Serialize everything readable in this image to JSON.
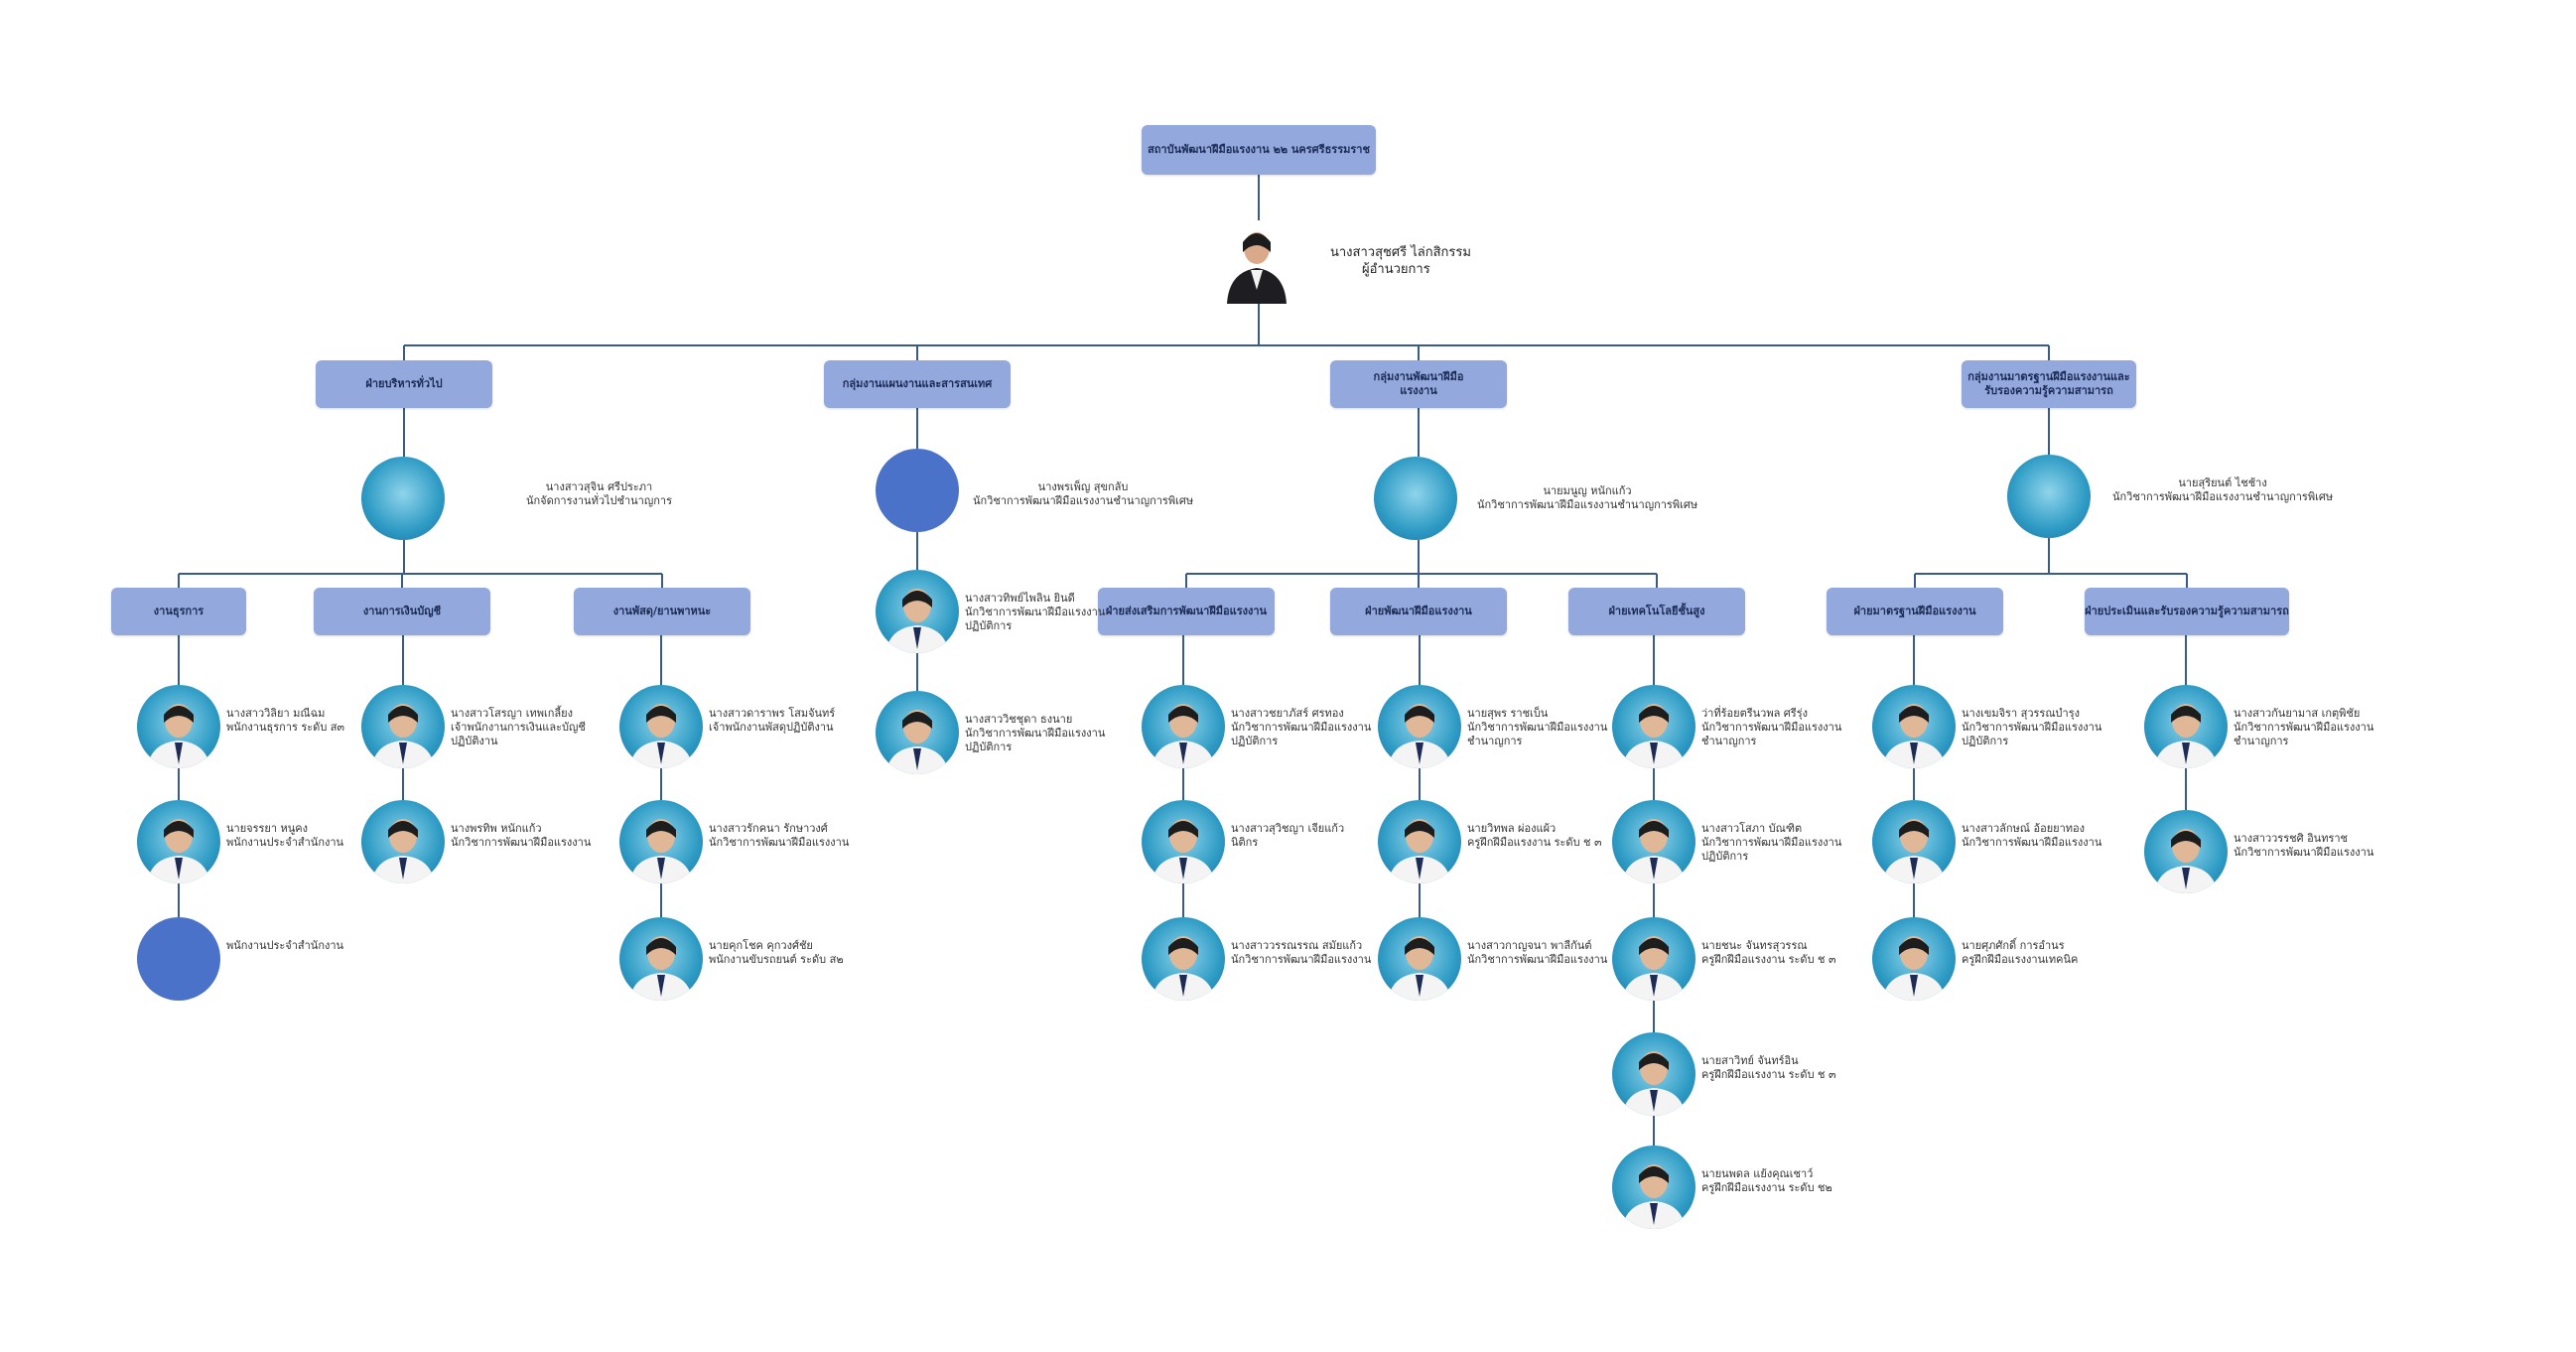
{
  "root": {
    "label": "สถาบันพัฒนาฝีมือแรงงาน ๒๒ นครศรีธรรมราช"
  },
  "director": {
    "name": "นางสาวสุชศรี ไล่กสิกรรม",
    "title": "ผู้อำนวยการ"
  },
  "divisions": [
    {
      "label": "ฝ่ายบริหารทั่วไป",
      "head": {
        "name": "นางสาวสุจิน ศรีประภา",
        "title": "นักจัดการงานทั่วไปชำนาญการ"
      }
    },
    {
      "label": "กลุ่มงานแผนงานและสารสนเทศ",
      "head": {
        "name": "นางพรเพ็ญ สุขกลับ",
        "title": "นักวิชาการพัฒนาฝีมือแรงงานชำนาญการพิเศษ"
      }
    },
    {
      "label": "กลุ่มงานพัฒนาฝีมือแรงงาน",
      "head": {
        "name": "นายมนูญ หนักแก้ว",
        "title": "นักวิชาการพัฒนาฝีมือแรงงานชำนาญการพิเศษ"
      }
    },
    {
      "label": "กลุ่มงานมาตรฐานฝีมือแรงงานและรับรองความรู้ความสามารถ",
      "head": {
        "name": "นายสุริยนต์ ไชช้าง",
        "title": "นักวิชาการพัฒนาฝีมือแรงงานชำนาญการพิเศษ"
      }
    }
  ],
  "sections": [
    {
      "label": "งานธุรการ"
    },
    {
      "label": "งานการเงินบัญชี"
    },
    {
      "label": "งานพัสดุ/ยานพาหนะ"
    },
    {
      "label": "ฝ่ายส่งเสริมการพัฒนาฝีมือแรงงาน"
    },
    {
      "label": "ฝ่ายพัฒนาฝีมือแรงงาน"
    },
    {
      "label": "ฝ่ายเทคโนโลยีชั้นสูง"
    },
    {
      "label": "ฝ่ายมาตรฐานฝีมือแรงงาน"
    },
    {
      "label": "ฝ่ายประเมินและรับรองความรู้ความสามารถ"
    }
  ],
  "people": [
    {
      "name": "นางสาววิลิยา มณีฉม",
      "title": "พนักงานธุรการ ระดับ ส๓"
    },
    {
      "name": "นายจรรยา หนูคง",
      "title": "พนักงานประจำสำนักงาน"
    },
    {
      "name": "",
      "title": "พนักงานประจำสำนักงาน"
    },
    {
      "name": "นางสาวโสรญา เทพเกลี้ยง",
      "title": "เจ้าพนักงานการเงินและบัญชีปฏิบัติงาน"
    },
    {
      "name": "นางพรทิพ หนักแก้ว",
      "title": "นักวิชาการพัฒนาฝีมือแรงงาน"
    },
    {
      "name": "นางสาวดาราพร โสมจันทร์",
      "title": "เจ้าพนักงานพัสดุปฏิบัติงาน"
    },
    {
      "name": "นางสาวรักคนา รักษาวงศ์",
      "title": "นักวิชาการพัฒนาฝีมือแรงงาน"
    },
    {
      "name": "นายคุกโชค คุกวงศ์ชัย",
      "title": "พนักงานขับรถยนต์ ระดับ ส๒"
    },
    {
      "name": "นางสาวทิพย์ไพลิน ยินดี",
      "title": "นักวิชาการพัฒนาฝีมือแรงงานปฏิบัติการ"
    },
    {
      "name": "นางสาววิชชุดา ธงนาย",
      "title": "นักวิชาการพัฒนาฝีมือแรงงานปฏิบัติการ"
    },
    {
      "name": "นางสาวชยาภัสร์ ศรทอง",
      "title": "นักวิชาการพัฒนาฝีมือแรงงานปฏิบัติการ"
    },
    {
      "name": "นางสาวสุวิชญา เจียแก้ว",
      "title": "นิติกร"
    },
    {
      "name": "นางสาววรรณรรณ สมัยแก้ว",
      "title": "นักวิชาการพัฒนาฝีมือแรงงาน"
    },
    {
      "name": "นายสุพร ราชเบ็น",
      "title": "นักวิชาการพัฒนาฝีมือแรงงานชำนาญการ"
    },
    {
      "name": "นายวิทพล ผ่องแผ้ว",
      "title": "ครูฝึกฝีมือแรงงาน ระดับ ช ๓"
    },
    {
      "name": "นางสาวกาญจนา พาลีกันต์",
      "title": "นักวิชาการพัฒนาฝีมือแรงงาน"
    },
    {
      "name": "ว่าที่ร้อยตรีนวพล ศรีรุ่ง",
      "title": "นักวิชาการพัฒนาฝีมือแรงงานชำนาญการ"
    },
    {
      "name": "นางสาวโสภา บัณฑิต",
      "title": "นักวิชาการพัฒนาฝีมือแรงงานปฏิบัติการ"
    },
    {
      "name": "นายชนะ จันทรสุวรรณ",
      "title": "ครูฝึกฝีมือแรงงาน ระดับ ช ๓"
    },
    {
      "name": "นายสาวิทย์ จันทร์อิน",
      "title": "ครูฝึกฝีมือแรงงาน ระดับ ช ๓"
    },
    {
      "name": "นายนพดล แย้งคุณเชาว์",
      "title": "ครูฝึกฝีมือแรงงาน ระดับ ช๒"
    },
    {
      "name": "นางเขมจิรา สุวรรณบำรุง",
      "title": "นักวิชาการพัฒนาฝีมือแรงงานปฏิบัติการ"
    },
    {
      "name": "นางสาวลักษณ์ อ้อยยาทอง",
      "title": "นักวิชาการพัฒนาฝีมือแรงงาน"
    },
    {
      "name": "นายศุภศักดิ์ การอำนร",
      "title": "ครูฝึกฝีมือแรงงานเทคนิค"
    },
    {
      "name": "นางสาวกันยามาส เกตุพิชัย",
      "title": "นักวิชาการพัฒนาฝีมือแรงงานชำนาญการ"
    },
    {
      "name": "นางสาววรรชศิ อินทราช",
      "title": "นักวิชาการพัฒนาฝีมือแรงงาน"
    }
  ],
  "colors": {
    "box": "#93a8dc",
    "line": "#3a5a8c",
    "blank_avatar": "#4a72c8"
  }
}
